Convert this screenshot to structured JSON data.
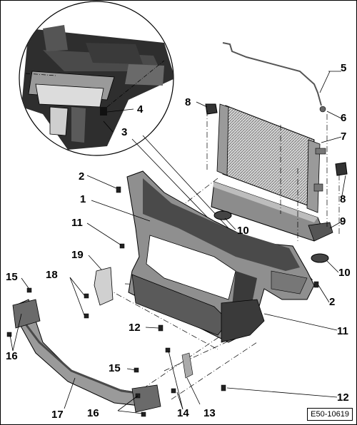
{
  "figure_id": "E50-10619",
  "callouts": {
    "c1": "1",
    "c2a": "2",
    "c2b": "2",
    "c3": "3",
    "c4": "4",
    "c5": "5",
    "c6": "6",
    "c7": "7",
    "c8a": "8",
    "c8b": "8",
    "c9": "9",
    "c10a": "10",
    "c10b": "10",
    "c11a": "11",
    "c11b": "11",
    "c12a": "12",
    "c12b": "12",
    "c13": "13",
    "c14": "14",
    "c15a": "15",
    "c15b": "15",
    "c16a": "16",
    "c16b": "16",
    "c17": "17",
    "c18": "18",
    "c19": "19"
  },
  "colors": {
    "ink": "#000000",
    "part_dark": "#3c3c3c",
    "part_mid": "#8a8a8a",
    "part_light": "#c8c8c8",
    "background": "#ffffff"
  }
}
